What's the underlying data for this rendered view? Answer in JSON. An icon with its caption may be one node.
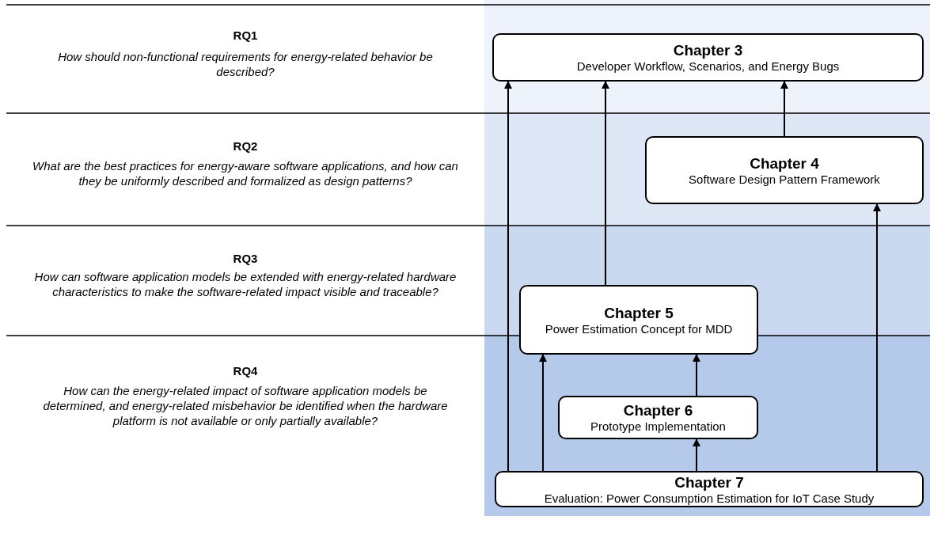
{
  "diagram": {
    "nodes": [
      {
        "text": [
          "Chapter 3",
          "Developer Workflow, Scenarios, and Energy Bugs"
        ]
      },
      {
        "text": [
          "Chapter 4",
          "Software Design Pattern Framework"
        ]
      },
      {
        "text": [
          "Chapter 5",
          "Power Estimation Concept for MDD"
        ]
      },
      {
        "text": [
          "Chapter 6",
          "Prototype Implementation"
        ]
      },
      {
        "text": [
          "Chapter 7",
          "Evaluation: Power Consumption Estimation for IoT Case Study"
        ]
      }
    ],
    "edges": [
      {
        "from": 4,
        "to": 0,
        "arrow": "to"
      },
      {
        "from": 2,
        "to": 0,
        "arrow": "to"
      },
      {
        "from": 1,
        "to": 0,
        "arrow": "to"
      },
      {
        "from": 4,
        "to": 2,
        "arrow": "to"
      },
      {
        "from": 3,
        "to": 2,
        "arrow": "to"
      },
      {
        "from": 4,
        "to": 3,
        "arrow": "to"
      },
      {
        "from": 4,
        "to": 1,
        "arrow": "to"
      }
    ],
    "labels": [
      "RQ1",
      "How should non-functional requirements for energy-related behavior be described?",
      "RQ2",
      "What are the best practices for energy-aware software applications, and how can they be uniformly described and formalized as design patterns?",
      "RQ3",
      "How can software application models be extended with energy-related hardware characteristics to make the software-related impact visible and traceable?",
      "RQ4",
      "How can the energy-related impact of software application models be determined, and energy-related misbehavior be identified when the hardware platform is not available or only partially available?"
    ]
  }
}
